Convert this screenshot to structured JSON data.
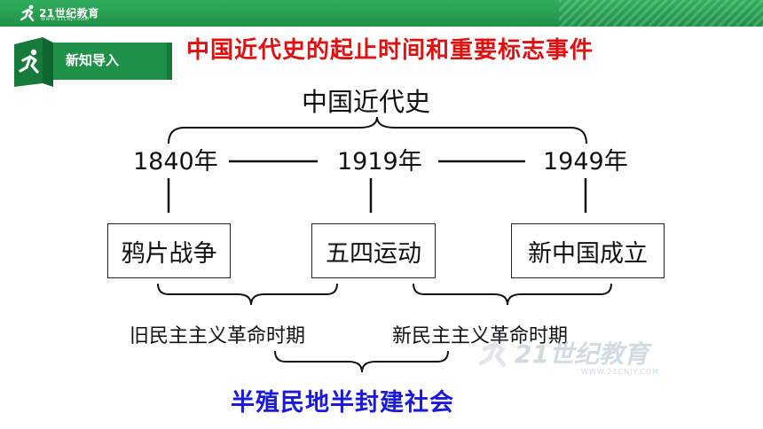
{
  "header": {
    "logo_text": "21世纪教育",
    "logo_subtext": "WWW.21CNJY.COM",
    "logo_icon": "running-person-icon",
    "accent_color": "#1f9148"
  },
  "badge": {
    "label": "新知导入",
    "icon": "running-person-icon",
    "color": "#1f9148"
  },
  "title": "中国近代史的起止时间和重要标志事件",
  "title_color": "#e01010",
  "diagram": {
    "root": "中国近代史",
    "years": [
      "1840年",
      "1919年",
      "1949年"
    ],
    "events": [
      "鸦片战争",
      "五四运动",
      "新中国成立"
    ],
    "periods": [
      "旧民主主义革命时期",
      "新民主主义革命时期"
    ],
    "society": "半殖民地半封建社会",
    "society_color": "#1a1adf"
  },
  "watermark": {
    "text": "21世纪教育",
    "subtext": "WWW.21CNJY.COM"
  }
}
